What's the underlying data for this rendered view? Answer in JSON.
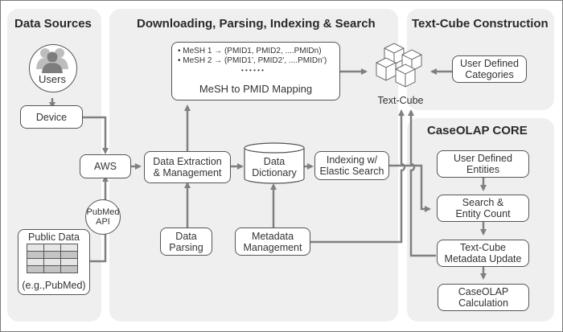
{
  "panels": {
    "data_sources": "Data Sources",
    "downloading": "Downloading, Parsing, Indexing & Search",
    "text_cube_construction": "Text-Cube Construction",
    "caseolap_core": "CaseOLAP CORE"
  },
  "nodes": {
    "users": "Users",
    "device": "Device",
    "aws": "AWS",
    "pubmed_api_line1": "PubMed",
    "pubmed_api_line2": "API",
    "public_data_title": "Public Data",
    "public_data_caption": "(e.g.,PubMed)",
    "data_extraction_line1": "Data Extraction",
    "data_extraction_line2": "& Management",
    "data_dictionary_line1": "Data",
    "data_dictionary_line2": "Dictionary",
    "indexing_line1": "Indexing w/",
    "indexing_line2": "Elastic Search",
    "data_parsing_line1": "Data",
    "data_parsing_line2": "Parsing",
    "metadata_mgmt_line1": "Metadata",
    "metadata_mgmt_line2": "Management",
    "text_cube": "Text-Cube",
    "user_categories_line1": "User Defined",
    "user_categories_line2": "Categories",
    "user_entities_line1": "User Defined",
    "user_entities_line2": "Entities",
    "search_count_line1": "Search &",
    "search_count_line2": "Entity Count",
    "tc_metadata_update_line1": "Text-Cube",
    "tc_metadata_update_line2": "Metadata Update",
    "caseolap_calc_line1": "CaseOLAP",
    "caseolap_calc_line2": "Calculation"
  },
  "mesh_mapping": {
    "line1": "• MeSH 1 → (PMID1, PMID2, ....PMIDn)",
    "line2": "• MeSH 2 → (PMID1’, PMID2’, ....PMIDn’)",
    "ellipsis": "• • • • • •",
    "title": "MeSH to PMID Mapping"
  },
  "colors": {
    "panel_bg": "#efefef",
    "line": "#808080",
    "box_border": "#555555"
  }
}
